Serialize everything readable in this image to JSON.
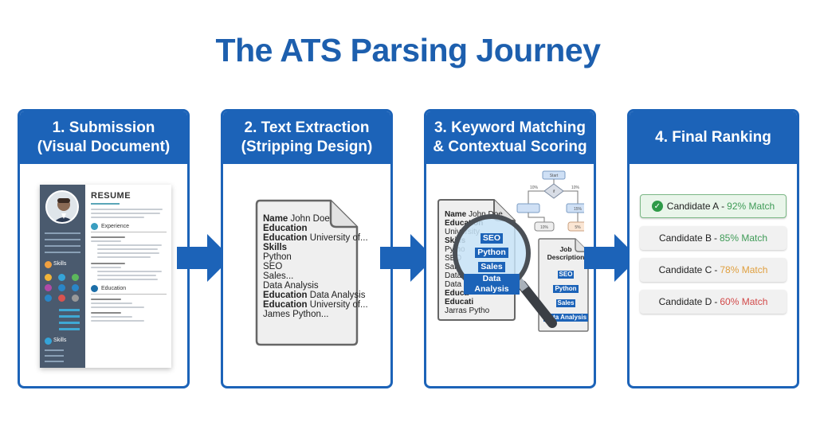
{
  "title": "The ATS Parsing Journey",
  "colors": {
    "brand_blue": "#1c63b8",
    "title_blue": "#1d5fae",
    "match_green": "#3f9b57",
    "match_orange": "#e0a040",
    "match_red": "#d24a4a"
  },
  "steps": [
    {
      "header_line1": "1. Submission",
      "header_line2": "(Visual Document)",
      "resume": {
        "title": "RESUME",
        "sections": [
          "Experience",
          "Education"
        ],
        "sidebar_sections": [
          "Skills",
          "Skills"
        ],
        "photo_icon": "person-photo"
      }
    },
    {
      "header_line1": "2. Text Extraction",
      "header_line2": "(Stripping Design)",
      "extracted_lines": [
        {
          "bold": "Name",
          "rest": " John Doe"
        },
        {
          "bold": "Education",
          "rest": ""
        },
        {
          "bold": "Education",
          "rest": " University of..."
        },
        {
          "bold": "Skills",
          "rest": ""
        },
        {
          "bold": "",
          "rest": "Python"
        },
        {
          "bold": "",
          "rest": "SEO"
        },
        {
          "bold": "",
          "rest": "Sales..."
        },
        {
          "bold": "",
          "rest": "Data Analysis"
        },
        {
          "bold": "Education",
          "rest": " Data Analysis"
        },
        {
          "bold": "Education",
          "rest": " University of..."
        },
        {
          "bold": "",
          "rest": "James Python..."
        }
      ]
    },
    {
      "header_line1": "3. Keyword Matching",
      "header_line2": "& Contextual Scoring",
      "resume_lines": [
        {
          "bold": "Name",
          "rest": " John Doe"
        },
        {
          "bold": "Education",
          "rest": ""
        },
        {
          "bold": "",
          "rest": "University"
        },
        {
          "bold": "Skills",
          "rest": ""
        },
        {
          "bold": "",
          "rest": "Pytho"
        },
        {
          "bold": "",
          "rest": "SEO"
        },
        {
          "bold": "",
          "rest": "Sale"
        },
        {
          "bold": "",
          "rest": "Data"
        },
        {
          "bold": "",
          "rest": "Data"
        },
        {
          "bold": "Educa",
          "rest": ""
        },
        {
          "bold": "Educati",
          "rest": ""
        },
        {
          "bold": "",
          "rest": "Jarras Pytho"
        }
      ],
      "magnified_keywords": [
        "SEO",
        "Python",
        "Sales",
        "Data Analysis"
      ],
      "job_description": {
        "title_line1": "Job",
        "title_line2": "Description",
        "keywords": [
          "SEO",
          "Python",
          "Sales",
          "Data Analysis"
        ]
      },
      "flowchart": {
        "start": "Start",
        "decision": "if",
        "left_pct": "10%",
        "right_pct": "10%",
        "right_node": "15%",
        "bottom_mid": "10%",
        "bottom_right": "5%"
      }
    },
    {
      "header_line1": "4. Final Ranking",
      "candidates": [
        {
          "name": "Candidate A",
          "match": "92% Match",
          "match_color": "#3f9b57",
          "top": true
        },
        {
          "name": "Candidate B",
          "match": "85% Match",
          "match_color": "#3f9b57",
          "top": false
        },
        {
          "name": "Candidate C",
          "match": "78% Match",
          "match_color": "#e0a040",
          "top": false
        },
        {
          "name": "Candidate D",
          "match": "60% Match",
          "match_color": "#d24a4a",
          "top": false
        }
      ],
      "separator": "-",
      "check_icon": "✓"
    }
  ]
}
